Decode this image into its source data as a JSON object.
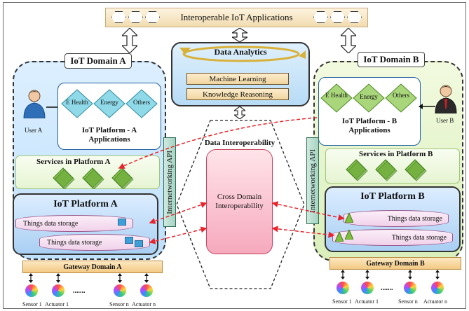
{
  "top_bar": {
    "label": "Interoperable IoT Applications"
  },
  "analytics": {
    "title": "Data Analytics",
    "items": [
      "Machine Learning",
      "Knowledge Reasoning"
    ]
  },
  "middle": {
    "title": "Data Interoperability",
    "cross_label": "Cross Domain Interoperability"
  },
  "domain_a": {
    "label": "IoT Domain A",
    "user": "User A",
    "apps": [
      "E Health",
      "Energy",
      "Others"
    ],
    "platform_apps_title": "IoT Platform - A Applications",
    "services_title": "Services in Platform A",
    "api": "Internetworking API",
    "platform_title": "IoT Platform A",
    "storage": [
      "Things data storage",
      "Things data storage"
    ],
    "gateway": "Gateway Domain A",
    "devices": [
      "Sensor 1",
      "Actuator 1",
      "Sensor n",
      "Actuator n"
    ],
    "dots": "......."
  },
  "domain_b": {
    "label": "IoT Domain B",
    "user": "User B",
    "apps": [
      "E Health",
      "Energy",
      "Others"
    ],
    "platform_apps_title": "IoT Platform - B Applications",
    "services_title": "Services in Platform B",
    "api": "Internetworking API",
    "platform_title": "IoT Platform B",
    "storage": [
      "Things data storage",
      "Things data storage"
    ],
    "gateway": "Gateway Domain B",
    "devices": [
      "Sensor 1",
      "Actuator 1",
      "Sensor n",
      "Actuator n"
    ],
    "dots": "......."
  },
  "colors": {
    "link_red": "#e8232b",
    "domain_a_fill": "#bfe0fb",
    "domain_b_fill": "#d9efbb",
    "gateway": "#f3c983",
    "cross_fill": "#f6a9bd",
    "diamond_green": "#7fbf3d"
  },
  "icons": [
    "hexagon-icon",
    "double-arrow-icon",
    "user-icon",
    "diamond-icon",
    "sensor-icon",
    "triangle-icon",
    "rectangle-icon",
    "orbit-arrow-icon"
  ]
}
